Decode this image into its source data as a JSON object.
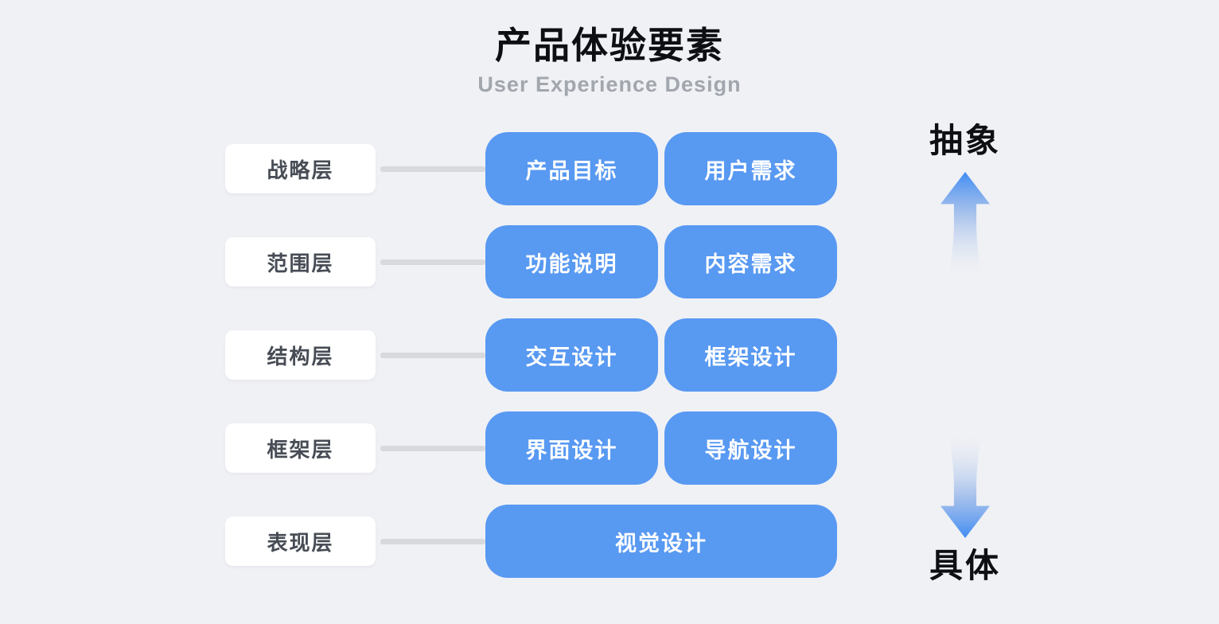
{
  "header": {
    "title": "产品体验要素",
    "subtitle": "User Experience Design"
  },
  "rows": [
    {
      "label": "战略层",
      "boxes": [
        "产品目标",
        "用户需求"
      ]
    },
    {
      "label": "范围层",
      "boxes": [
        "功能说明",
        "内容需求"
      ]
    },
    {
      "label": "结构层",
      "boxes": [
        "交互设计",
        "框架设计"
      ]
    },
    {
      "label": "框架层",
      "boxes": [
        "界面设计",
        "导航设计"
      ]
    },
    {
      "label": "表现层",
      "boxes": [
        "视觉设计"
      ]
    }
  ],
  "axis": {
    "top_label": "抽象",
    "bottom_label": "具体"
  },
  "icons": {
    "up": "up-arrow-icon",
    "down": "down-arrow-icon"
  },
  "colors": {
    "background": "#F0F1F5",
    "element_box": "#5899F2",
    "element_text": "#FFFFFF",
    "label_box": "#FFFFFF",
    "label_text": "#474C55",
    "connector": "#D8D9DD",
    "title": "#0D0F13",
    "subtitle": "#A2A6AD",
    "arrow_blue": "#418CF2"
  }
}
